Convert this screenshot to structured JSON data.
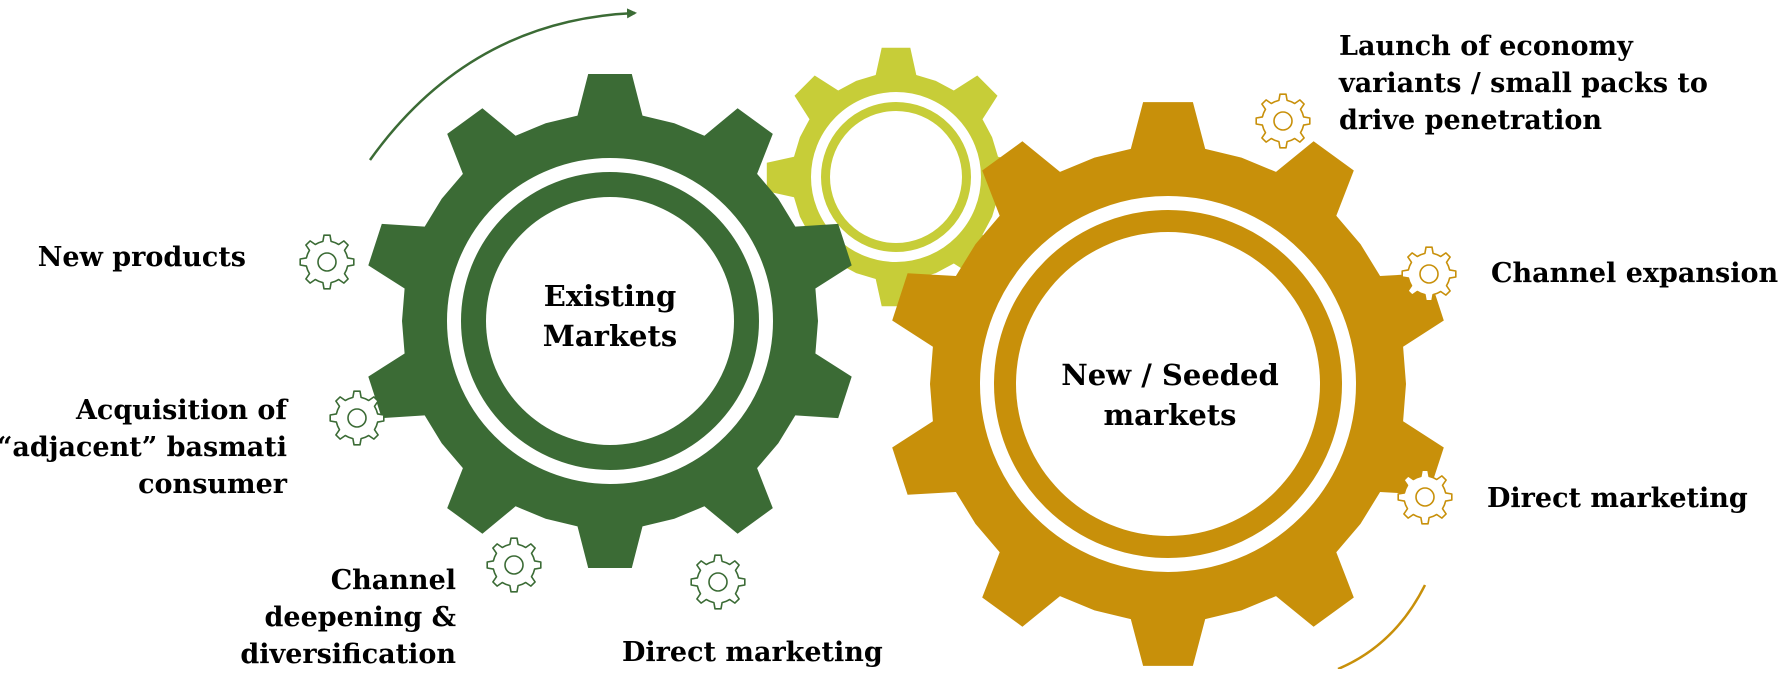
{
  "colors": {
    "existing_gear": "#3b6b35",
    "new_gear": "#c8900a",
    "small_gear": "#c7cd38",
    "background": "#ffffff"
  },
  "gears": {
    "existing": {
      "title_line1": "Existing",
      "title_line2": "Markets"
    },
    "new": {
      "title_line1": "New / Seeded",
      "title_line2": "markets"
    }
  },
  "existing_initiatives": [
    {
      "icon": "gear-outline-icon",
      "lines": [
        "New products"
      ]
    },
    {
      "icon": "gear-outline-icon",
      "lines": [
        "Acquisition of",
        "“adjacent” basmati",
        "consumer"
      ]
    },
    {
      "icon": "gear-outline-icon",
      "lines": [
        "Channel",
        "deepening &",
        "diversification"
      ]
    },
    {
      "icon": "gear-outline-icon",
      "lines": [
        "Direct marketing"
      ]
    }
  ],
  "new_initiatives": [
    {
      "icon": "gear-outline-icon",
      "lines": [
        "Launch of economy",
        "variants / small packs to",
        "drive penetration"
      ]
    },
    {
      "icon": "gear-outline-icon",
      "lines": [
        "Channel expansion"
      ]
    },
    {
      "icon": "gear-outline-icon",
      "lines": [
        "Direct marketing"
      ]
    }
  ]
}
